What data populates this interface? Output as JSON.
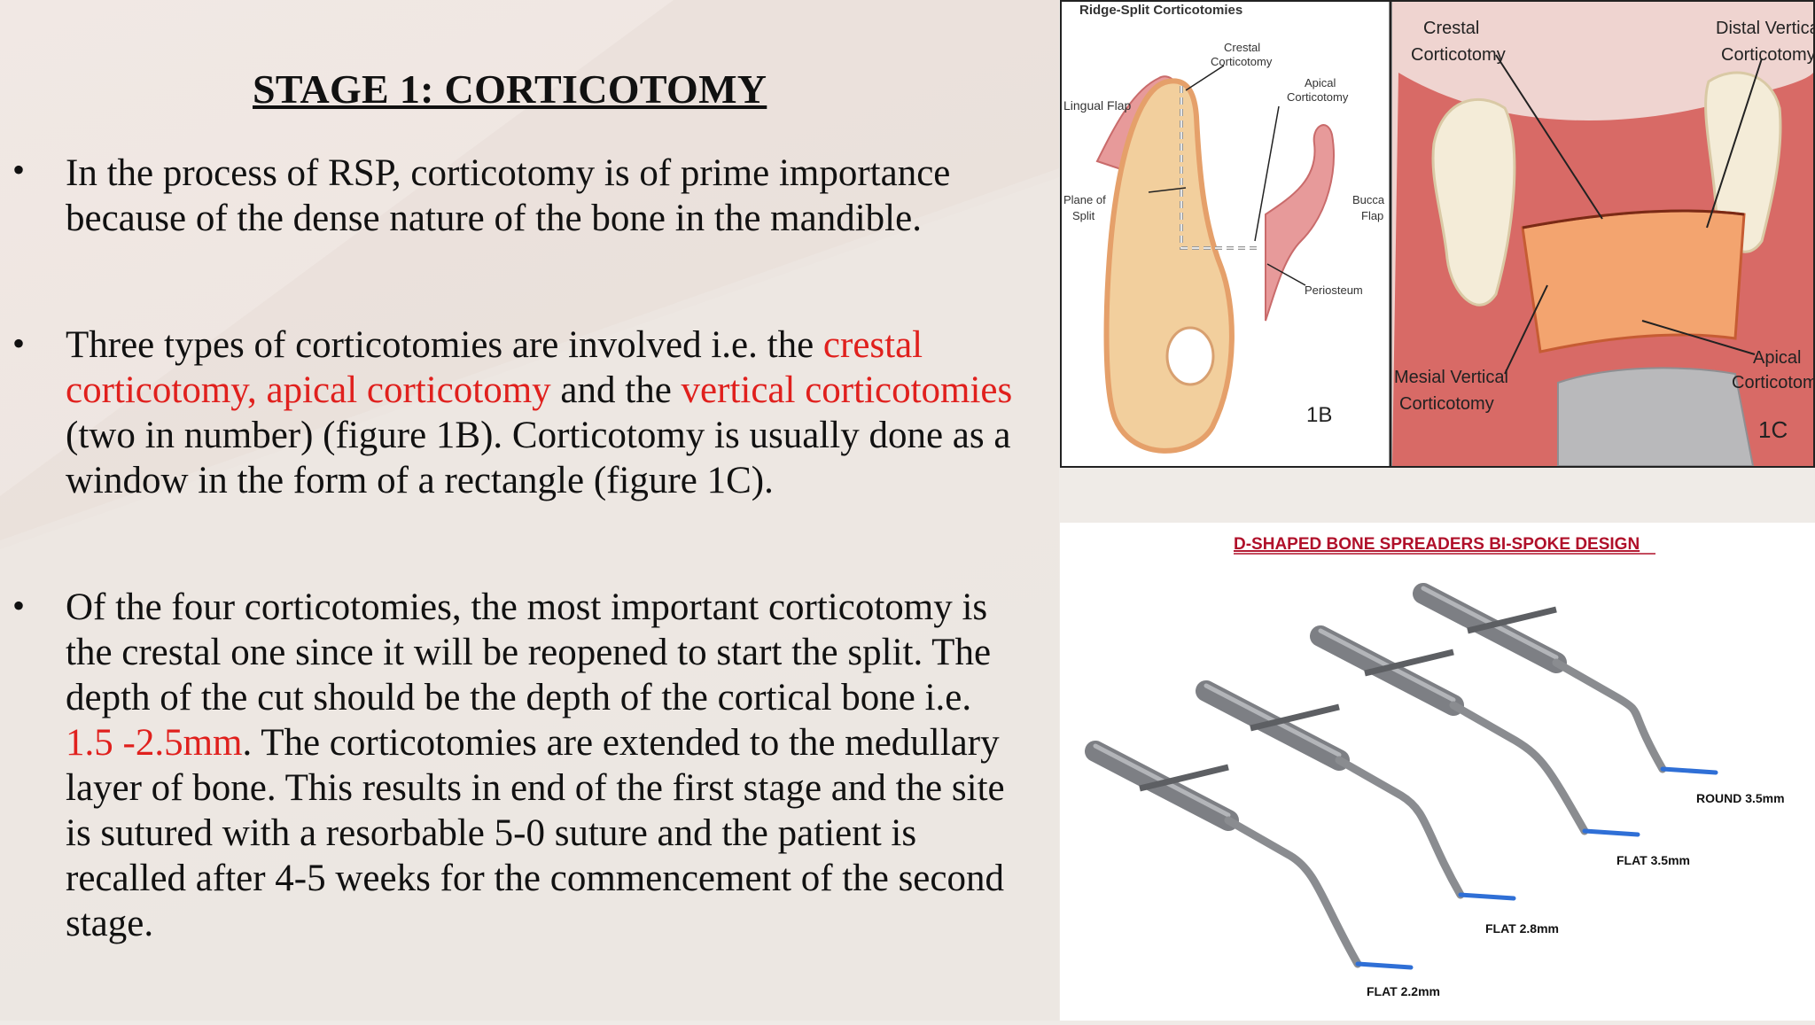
{
  "slide": {
    "title": "STAGE 1: CORTICOTOMY",
    "bullet_glyph": "•",
    "bullets": [
      {
        "segments": [
          {
            "text": " In the process of RSP, corticotomy is of prime importance because of the dense nature of the bone in the mandible.",
            "color": "black"
          }
        ]
      },
      {
        "segments": [
          {
            "text": "Three types of corticotomies are involved i.e. the ",
            "color": "black"
          },
          {
            "text": "crestal corticotomy, apical corticotomy",
            "color": "red"
          },
          {
            "text": " and the ",
            "color": "black"
          },
          {
            "text": "vertical corticotomies",
            "color": "red"
          },
          {
            "text": " (two in number) (figure 1B). Corticotomy is usually done as a window in the form of a rectangle (figure 1C).",
            "color": "black"
          }
        ]
      },
      {
        "segments": [
          {
            "text": "Of the four corticotomies, the most important corticotomy is the crestal one since it will be reopened to start the split. The depth of the cut should be the depth of the cortical bone i.e. ",
            "color": "black"
          },
          {
            "text": "1.5 -2.5mm",
            "color": "red"
          },
          {
            "text": ". The corticotomies are extended to the medullary layer of bone. This results in end of the first stage and the site is sutured with a resorbable 5-0 suture and the patient is recalled after 4-5 weeks for the commencement of the second stage.",
            "color": "black"
          }
        ]
      }
    ]
  },
  "figure_1b": {
    "title": "Ridge-Split Corticotomies",
    "labels": {
      "crestal": [
        "Crestal",
        "Corticotomy"
      ],
      "apical": [
        "Apical",
        "Corticotomy"
      ],
      "lingual_flap": "Lingual Flap",
      "plane": [
        "Plane of",
        "Split"
      ],
      "buccal": [
        "Bucca",
        "Flap"
      ],
      "periosteum": "Periosteum",
      "fig": "1B"
    }
  },
  "figure_1c": {
    "labels": {
      "crestal": [
        "Crestal",
        "Corticotomy"
      ],
      "distal": [
        "Distal Vertical",
        "Corticotomy"
      ],
      "mesial": [
        "Mesial Vertical",
        "Corticotomy"
      ],
      "apical": [
        "Apical",
        "Corticotomy"
      ],
      "fig": "1C"
    }
  },
  "spreaders": {
    "title": "D-SHAPED BONE SPREADERS BI-SPOKE DESIGN",
    "labels": [
      "ROUND 3.5mm",
      "FLAT 3.5mm",
      "FLAT 2.8mm",
      "FLAT 2.2mm"
    ]
  },
  "colors": {
    "red": "#e0201d",
    "title_red": "#b0102a",
    "tip_blue": "#2f6fd6"
  }
}
